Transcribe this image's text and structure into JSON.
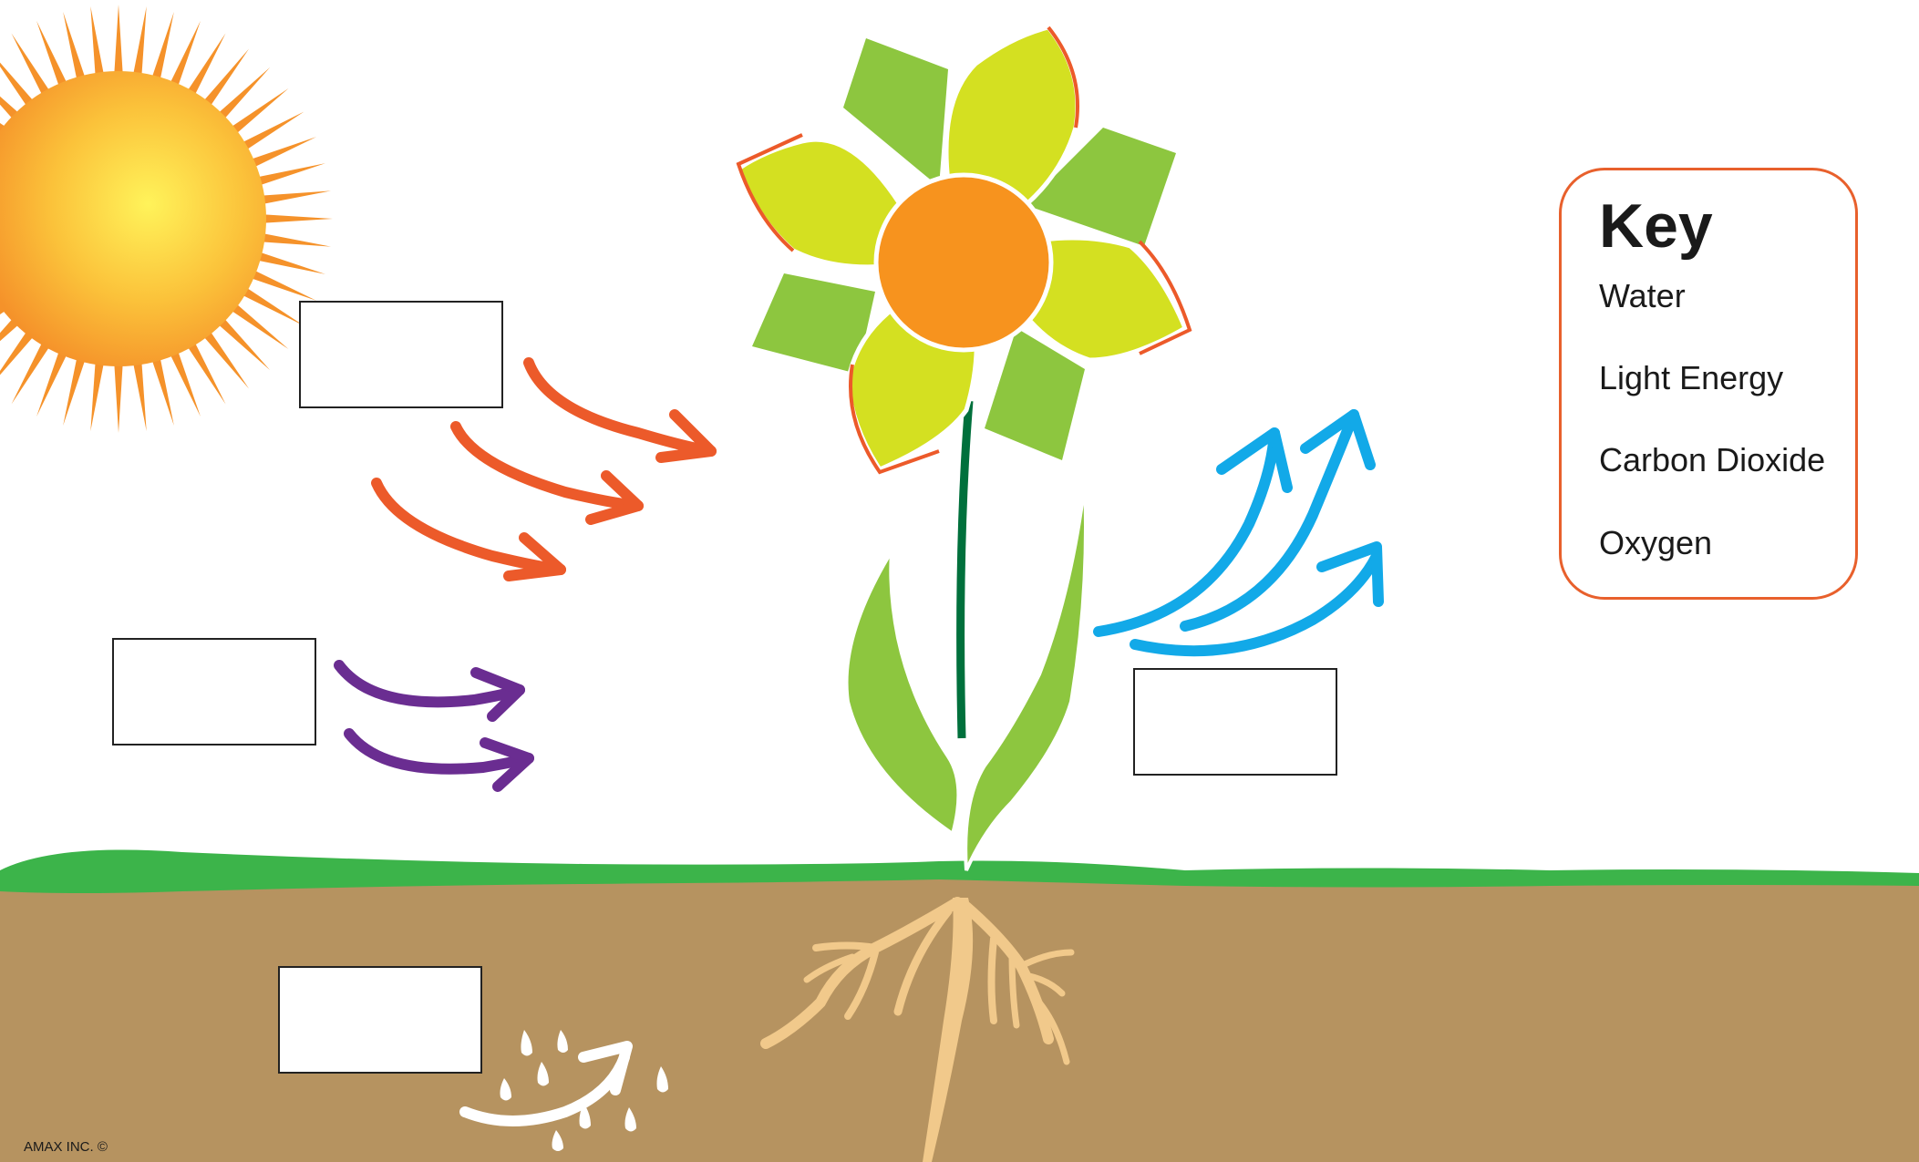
{
  "key": {
    "title": "Key",
    "items": [
      "Water",
      "Light Energy",
      "Carbon Dioxide",
      "Oxygen"
    ]
  },
  "copyright": "AMAX INC. ©",
  "colors": {
    "light_energy_arrow": "#ec5a2a",
    "carbon_dioxide_arrow": "#6a2d91",
    "oxygen_arrow": "#12a9e8",
    "water_arrow": "#ffffff",
    "soil": "#b69360",
    "grass": "#3cb44a",
    "petal": "#d4e021",
    "leaf": "#8dc63f",
    "flower_center": "#f7931e",
    "stem": "#00703c",
    "roots": "#f1c98b",
    "key_border": "#e8602c"
  }
}
